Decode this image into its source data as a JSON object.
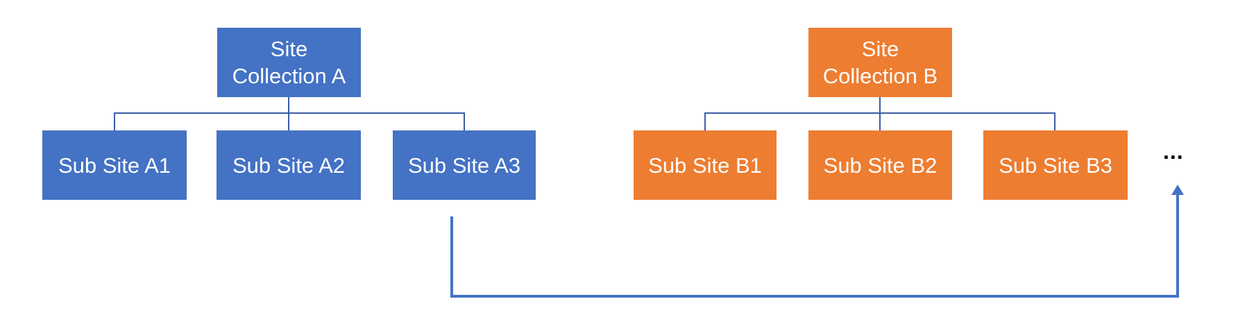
{
  "diagram": {
    "background": "#FFFFFF",
    "colors": {
      "collection_a_fill": "#4472C4",
      "collection_b_fill": "#ED7D31",
      "node_text": "#FFFFFF",
      "tree_connector": "#3A5CA8",
      "flow_arrow": "#4472C4",
      "ellipsis_text": "#000000"
    },
    "trees": [
      {
        "root": {
          "label": "Site Collection A",
          "lines": [
            "Site",
            "Collection A"
          ]
        },
        "children": [
          {
            "label": "Sub Site A1"
          },
          {
            "label": "Sub Site A2"
          },
          {
            "label": "Sub Site A3"
          }
        ]
      },
      {
        "root": {
          "label": "Site Collection B",
          "lines": [
            "Site",
            "Collection B"
          ]
        },
        "children": [
          {
            "label": "Sub Site B1"
          },
          {
            "label": "Sub Site B2"
          },
          {
            "label": "Sub Site B3"
          }
        ]
      }
    ],
    "ellipsis": "...",
    "flow_arrow": {
      "from": "Sub Site A3",
      "to": "ellipsis"
    }
  }
}
